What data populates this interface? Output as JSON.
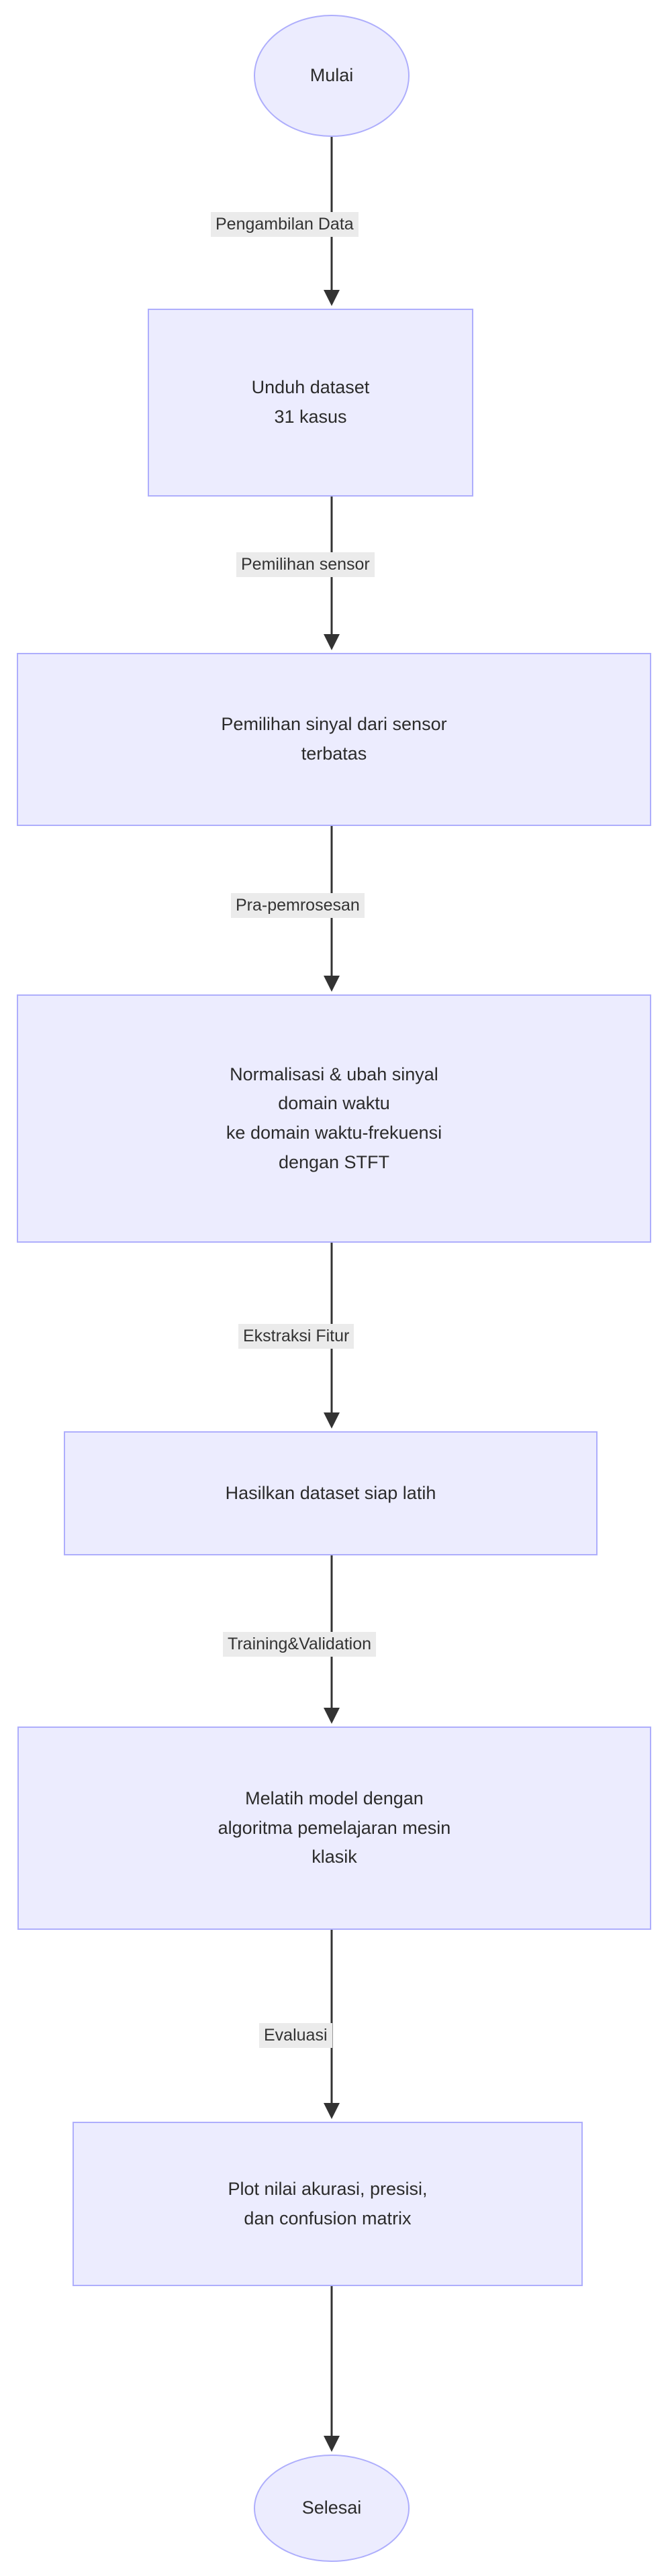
{
  "diagram": {
    "type": "flowchart",
    "orientation": "top-to-bottom",
    "title": "",
    "colors": {
      "node_fill": "#ececfe",
      "node_border": "#aeaefc",
      "node_text": "#2b2b2b",
      "edge_line": "#333333",
      "edge_label_bg": "#ebebeb",
      "edge_label_text": "#333333",
      "canvas_bg": "#ffffff"
    },
    "nodes": [
      {
        "id": "start",
        "shape": "terminator",
        "text": "Mulai"
      },
      {
        "id": "unduh",
        "shape": "rectangle",
        "text": "Unduh dataset\n31 kasus"
      },
      {
        "id": "pemilihan",
        "shape": "rectangle",
        "text": "Pemilihan sinyal dari sensor\nterbatas"
      },
      {
        "id": "norm",
        "shape": "rectangle",
        "text": "Normalisasi & ubah sinyal\ndomain waktu\nke domain waktu-frekuensi\ndengan STFT"
      },
      {
        "id": "hasilkan",
        "shape": "rectangle",
        "text": "Hasilkan dataset siap latih"
      },
      {
        "id": "melatih",
        "shape": "rectangle",
        "text": "Melatih model dengan\nalgoritma pemelajaran mesin\nklasik"
      },
      {
        "id": "plot",
        "shape": "rectangle",
        "text": "Plot nilai akurasi, presisi,\ndan confusion matrix"
      },
      {
        "id": "end",
        "shape": "terminator",
        "text": "Selesai"
      }
    ],
    "edges": [
      {
        "from": "start",
        "to": "unduh",
        "label": "Pengambilan Data"
      },
      {
        "from": "unduh",
        "to": "pemilihan",
        "label": "Pemilihan sensor"
      },
      {
        "from": "pemilihan",
        "to": "norm",
        "label": "Pra-pemrosesan"
      },
      {
        "from": "norm",
        "to": "hasilkan",
        "label": "Ekstraksi Fitur"
      },
      {
        "from": "hasilkan",
        "to": "melatih",
        "label": "Training&Validation"
      },
      {
        "from": "melatih",
        "to": "plot",
        "label": "Evaluasi"
      },
      {
        "from": "plot",
        "to": "end",
        "label": ""
      }
    ]
  }
}
